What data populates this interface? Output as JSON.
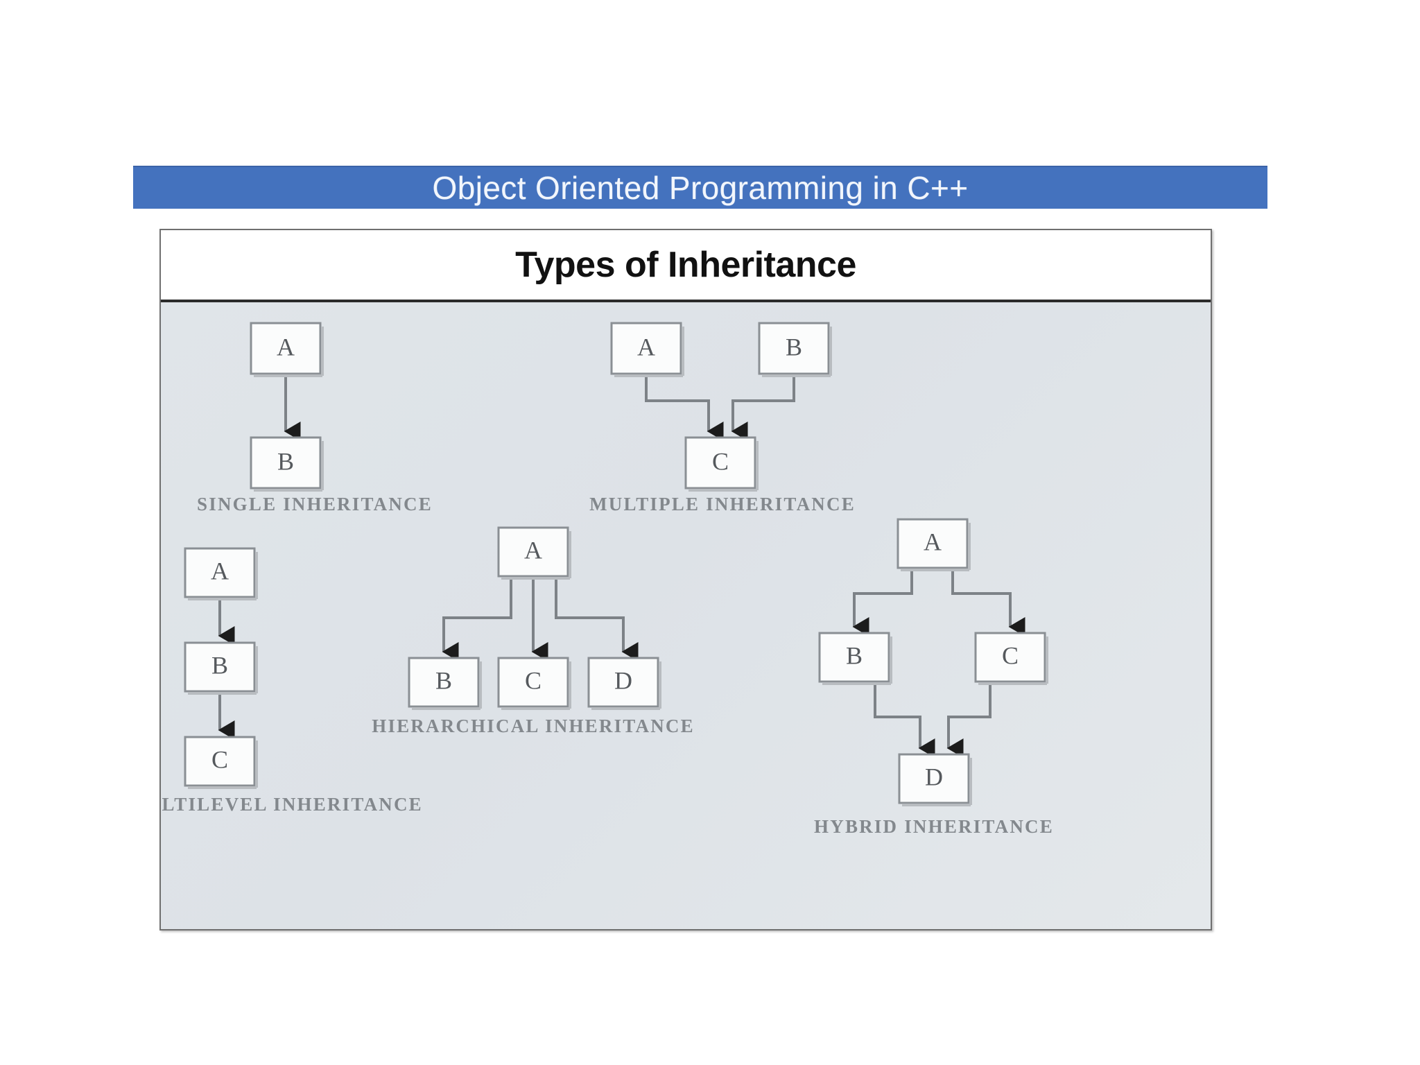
{
  "slide": {
    "banner_title": "Object Oriented Programming in C++",
    "banner_color": "#4472be",
    "banner_text_color": "#f2f6fc",
    "panel_title": "Types of Inheritance",
    "panel_background": "#dfe4e8",
    "panel_border_color": "#6f6f6f",
    "box_fill": "#fbfcfc",
    "box_stroke": "#8a8f94",
    "connector_color": "#7d8287",
    "caption_color": "#83888d"
  },
  "diagrams": [
    {
      "id": "single",
      "caption": "SINGLE INHERITANCE",
      "nodes": [
        {
          "label": "A",
          "level": 0
        },
        {
          "label": "B",
          "level": 1
        }
      ],
      "edges": [
        {
          "from": "A",
          "to": "B"
        }
      ]
    },
    {
      "id": "multiple",
      "caption": "MULTIPLE INHERITANCE",
      "nodes": [
        {
          "label": "A",
          "level": 0
        },
        {
          "label": "B",
          "level": 0
        },
        {
          "label": "C",
          "level": 1
        }
      ],
      "edges": [
        {
          "from": "A",
          "to": "C"
        },
        {
          "from": "B",
          "to": "C"
        }
      ]
    },
    {
      "id": "multilevel",
      "caption": "MULTILEVEL INHERITANCE",
      "nodes": [
        {
          "label": "A",
          "level": 0
        },
        {
          "label": "B",
          "level": 1
        },
        {
          "label": "C",
          "level": 2
        }
      ],
      "edges": [
        {
          "from": "A",
          "to": "B"
        },
        {
          "from": "B",
          "to": "C"
        }
      ]
    },
    {
      "id": "hierarchical",
      "caption": "HIERARCHICAL INHERITANCE",
      "nodes": [
        {
          "label": "A",
          "level": 0
        },
        {
          "label": "B",
          "level": 1
        },
        {
          "label": "C",
          "level": 1
        },
        {
          "label": "D",
          "level": 1
        }
      ],
      "edges": [
        {
          "from": "A",
          "to": "B"
        },
        {
          "from": "A",
          "to": "C"
        },
        {
          "from": "A",
          "to": "D"
        }
      ]
    },
    {
      "id": "hybrid",
      "caption": "HYBRID INHERITANCE",
      "nodes": [
        {
          "label": "A",
          "level": 0
        },
        {
          "label": "B",
          "level": 1
        },
        {
          "label": "C",
          "level": 1
        },
        {
          "label": "D",
          "level": 2
        }
      ],
      "edges": [
        {
          "from": "A",
          "to": "B"
        },
        {
          "from": "A",
          "to": "C"
        },
        {
          "from": "B",
          "to": "D"
        },
        {
          "from": "C",
          "to": "D"
        }
      ]
    }
  ],
  "labels": {
    "single_a": "A",
    "single_b": "B",
    "single_caption": "SINGLE INHERITANCE",
    "multiple_a": "A",
    "multiple_b": "B",
    "multiple_c": "C",
    "multiple_caption": "MULTIPLE INHERITANCE",
    "multilevel_a": "A",
    "multilevel_b": "B",
    "multilevel_c": "C",
    "multilevel_caption": "MULTILEVEL INHERITANCE",
    "hier_a": "A",
    "hier_b": "B",
    "hier_c": "C",
    "hier_d": "D",
    "hier_caption": "HIERARCHICAL INHERITANCE",
    "hybrid_a": "A",
    "hybrid_b": "B",
    "hybrid_c": "C",
    "hybrid_d": "D",
    "hybrid_caption": "HYBRID INHERITANCE"
  }
}
